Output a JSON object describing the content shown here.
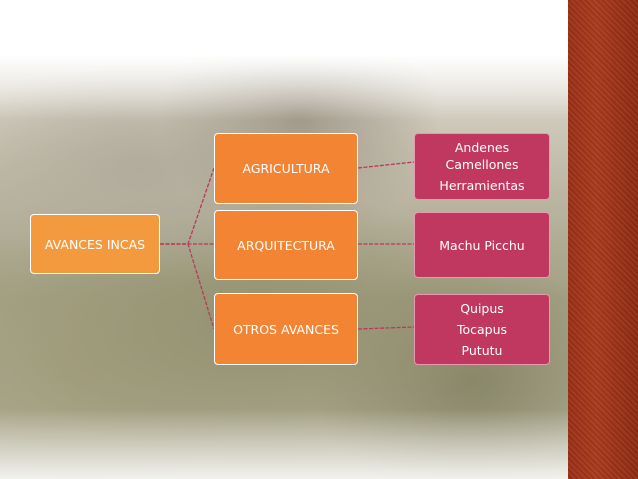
{
  "diagram": {
    "root": "AVANCES INCAS",
    "branches": [
      {
        "label": "AGRICULTURA",
        "details": [
          "Andenes",
          "Camellones",
          "Herramientas"
        ]
      },
      {
        "label": "ARQUITECTURA",
        "details": [
          "Machu Picchu"
        ]
      },
      {
        "label": "OTROS AVANCES",
        "details": [
          "Quipus",
          "Tocapus",
          "Pututu"
        ]
      }
    ]
  },
  "colors": {
    "root_box": "#f39a3e",
    "branch_box": "#f28434",
    "detail_box": "#c0375f",
    "connector": "#b8385c",
    "side_band": "#a0351a"
  }
}
